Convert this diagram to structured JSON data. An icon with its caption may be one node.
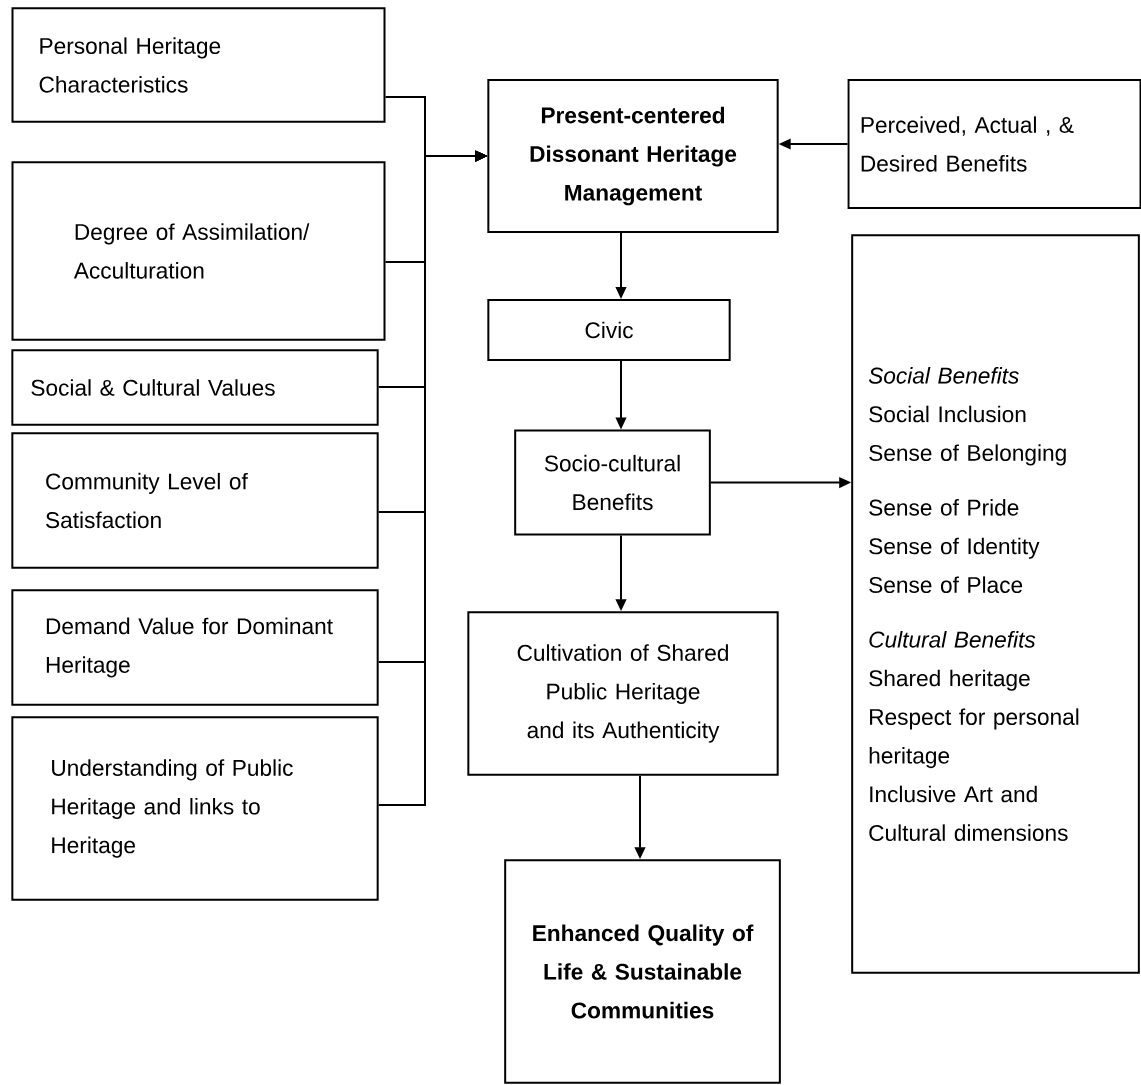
{
  "diagram": {
    "nodes": [
      {
        "text": [
          "Personal Heritage Characteristics"
        ]
      },
      {
        "text": [
          "Degree of Assimilation/ Acculturation"
        ]
      },
      {
        "text": [
          "Social & Cultural Values"
        ]
      },
      {
        "text": [
          "Community Level of Satisfaction"
        ]
      },
      {
        "text": [
          "Demand Value for Dominant Heritage"
        ]
      },
      {
        "text": [
          "Understanding of Public Heritage and links to Heritage"
        ]
      },
      {
        "text": [
          "Present-centered Dissonant Heritage Management"
        ]
      },
      {
        "text": [
          "Perceived, Actual , & Desired Benefits"
        ]
      },
      {
        "text": [
          "Civic"
        ]
      },
      {
        "text": [
          "Socio-cultural Benefits"
        ]
      },
      {
        "text": [
          "Cultivation of Shared Public Heritage and its Authenticity"
        ]
      },
      {
        "text": [
          "Enhanced Quality of Life & Sustainable Communities"
        ]
      },
      {
        "text": [
          "Social Benefits",
          "Social Inclusion",
          "Sense of Belonging",
          "Sense of Pride",
          "Sense of Identity",
          "Sense of Place",
          "Cultural Benefits",
          "Shared heritage",
          "Respect for personal heritage",
          "Inclusive Art and Cultural dimensions"
        ]
      }
    ],
    "edges": [
      {
        "from": 0,
        "to": 6,
        "arrow": "to"
      },
      {
        "from": 1,
        "to": 6,
        "arrow": "to"
      },
      {
        "from": 2,
        "to": 6,
        "arrow": "to"
      },
      {
        "from": 3,
        "to": 6,
        "arrow": "to"
      },
      {
        "from": 4,
        "to": 6,
        "arrow": "to"
      },
      {
        "from": 5,
        "to": 6,
        "arrow": "to"
      },
      {
        "from": 7,
        "to": 6,
        "arrow": "to"
      },
      {
        "from": 6,
        "to": 8,
        "arrow": "to"
      },
      {
        "from": 8,
        "to": 9,
        "arrow": "to"
      },
      {
        "from": 9,
        "to": 12,
        "arrow": "to"
      },
      {
        "from": 9,
        "to": 10,
        "arrow": "to"
      },
      {
        "from": 10,
        "to": 11,
        "arrow": "to"
      }
    ]
  }
}
